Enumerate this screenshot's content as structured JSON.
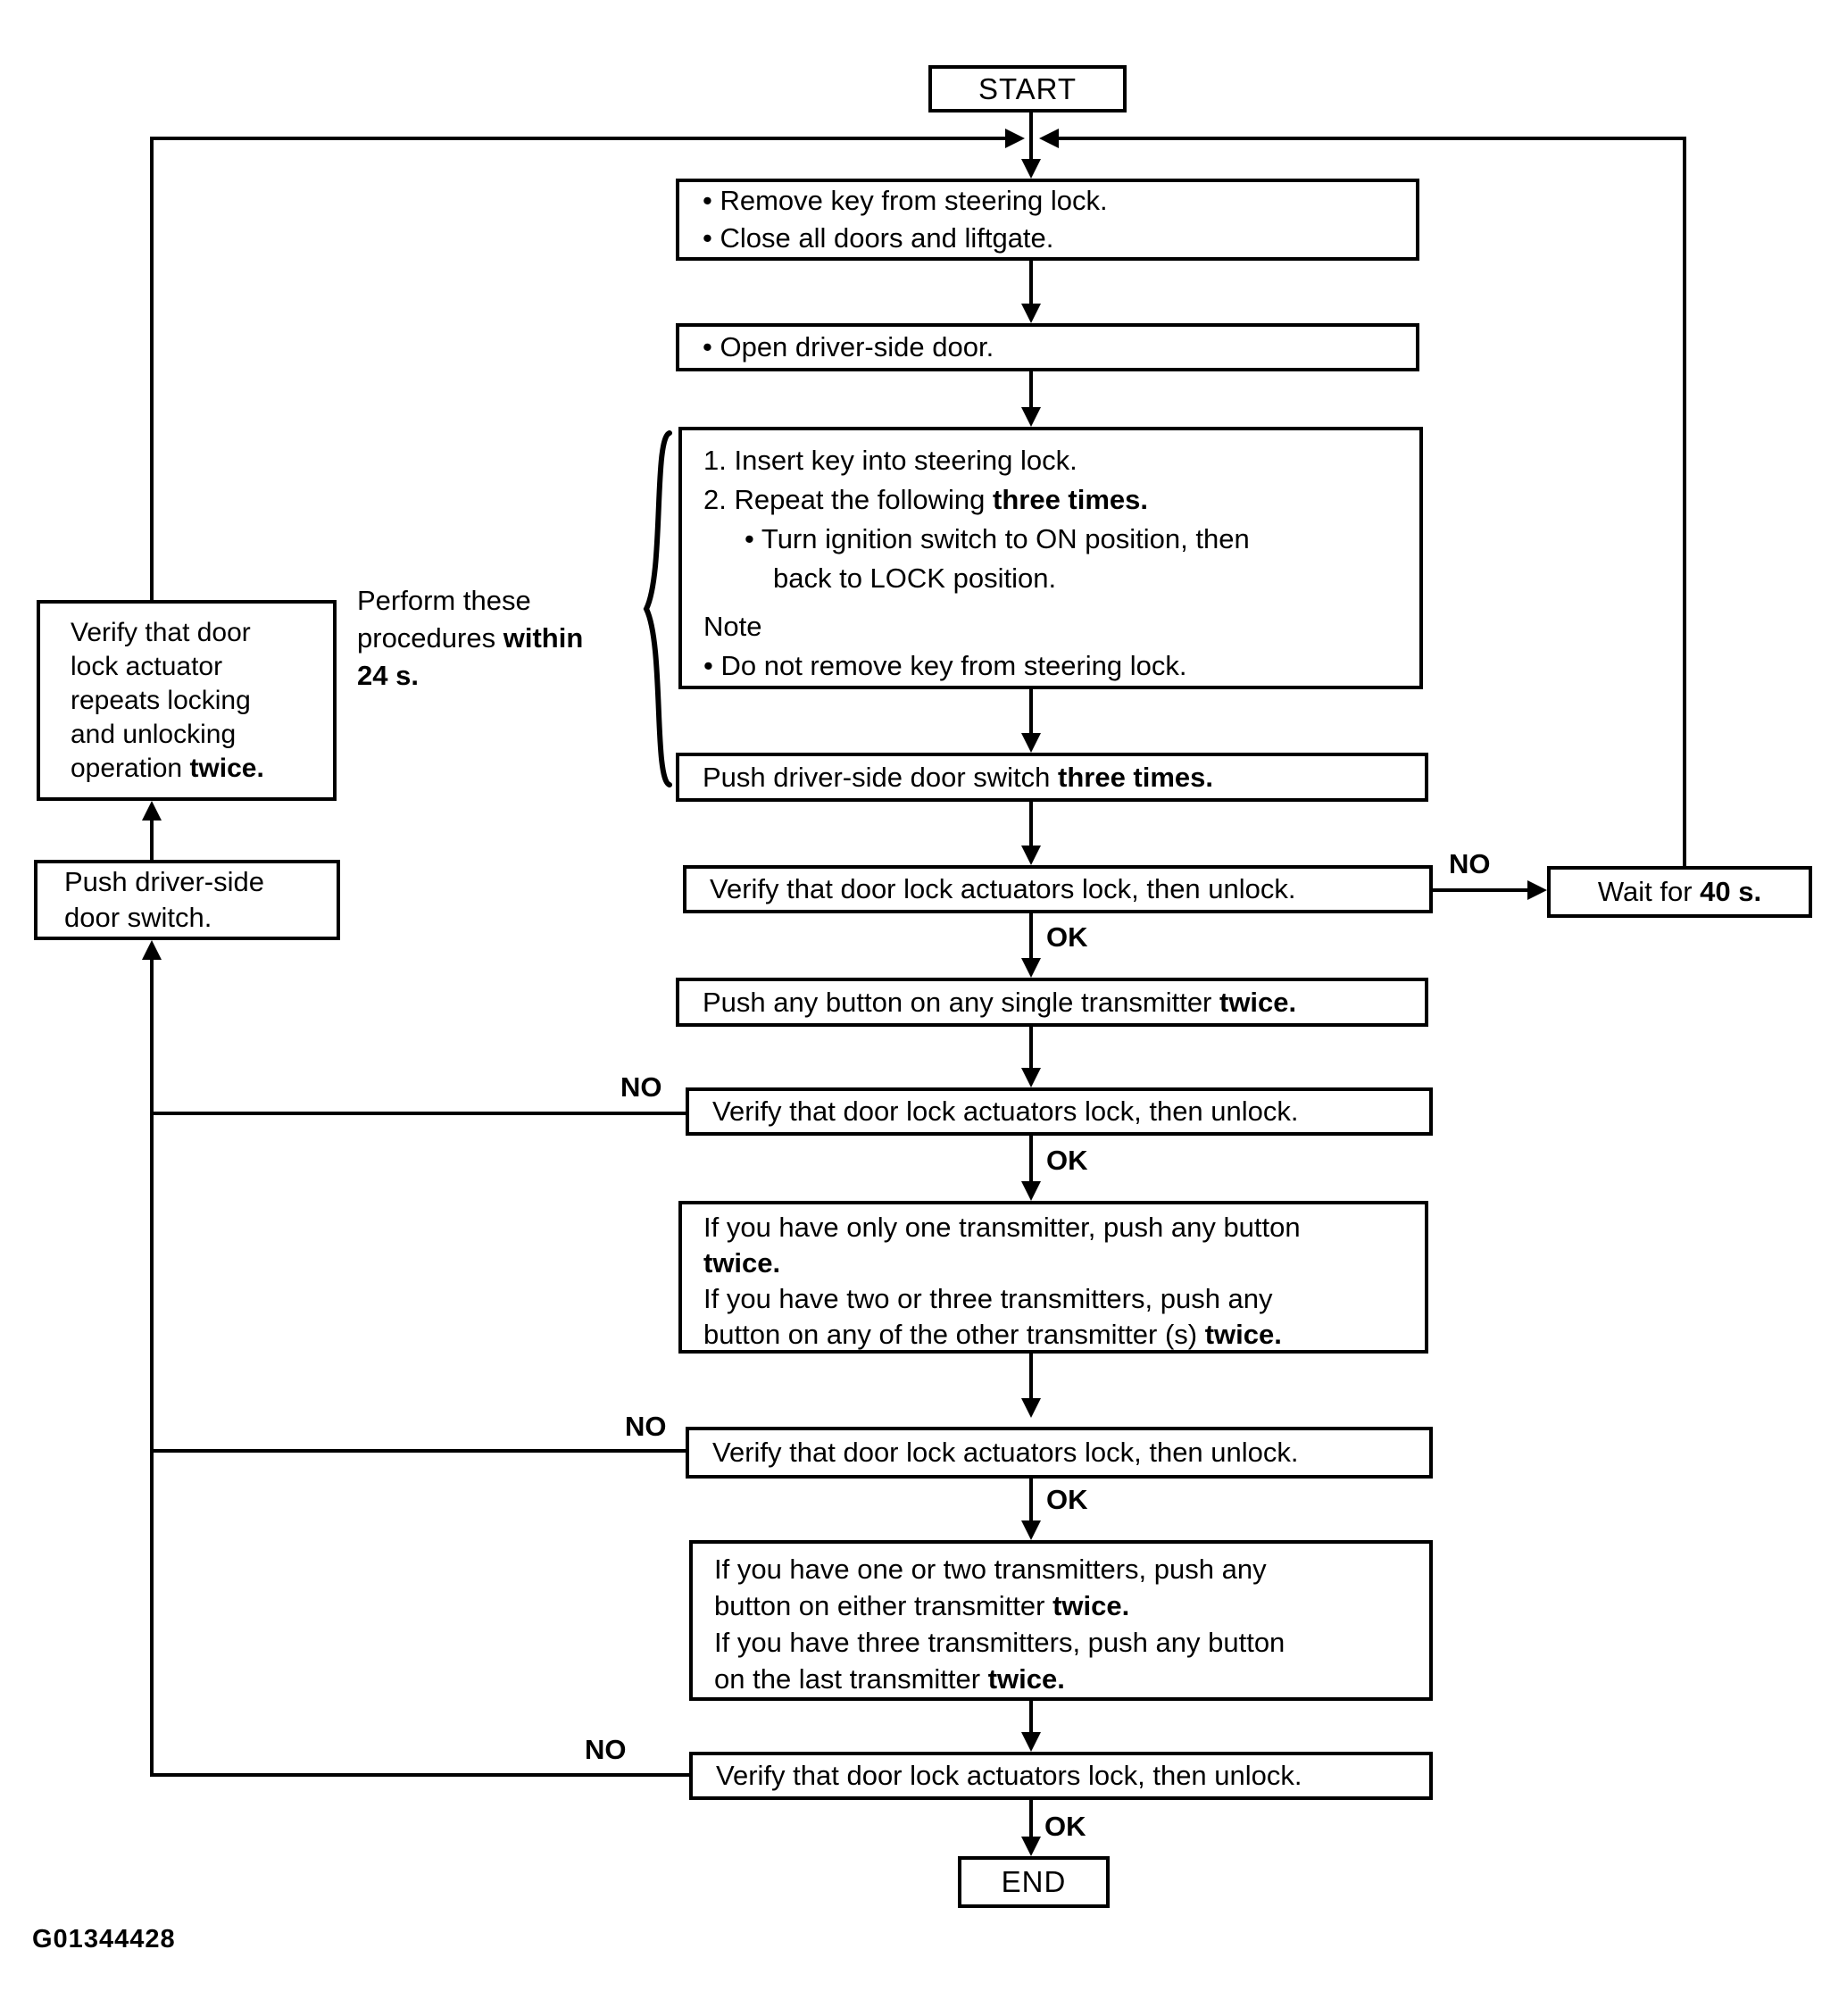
{
  "figure_id": "G01344428",
  "labels": {
    "start": "START",
    "end": "END",
    "ok": "OK",
    "no": "NO"
  },
  "side_note": {
    "lines": [
      {
        "seg": [
          {
            "t": "Perform these"
          }
        ]
      },
      {
        "seg": [
          {
            "t": "procedures "
          },
          {
            "t": "within",
            "b": true
          }
        ]
      },
      {
        "seg": [
          {
            "t": "24 s.",
            "b": true
          }
        ]
      }
    ]
  },
  "boxes": {
    "remove_key": {
      "lines": [
        {
          "seg": [
            {
              "t": "• Remove key from steering lock."
            }
          ]
        },
        {
          "seg": [
            {
              "t": "• Close all doors and liftgate."
            }
          ]
        }
      ]
    },
    "open_door": {
      "lines": [
        {
          "seg": [
            {
              "t": "• Open driver-side door."
            }
          ]
        }
      ]
    },
    "ignition_sequence": {
      "lines": [
        {
          "seg": [
            {
              "t": "1. Insert key into steering lock."
            }
          ]
        },
        {
          "seg": [
            {
              "t": "2. Repeat the following "
            },
            {
              "t": "three times.",
              "b": true
            }
          ]
        },
        {
          "ind": 1,
          "seg": [
            {
              "t": "• Turn ignition switch to ON position, then"
            }
          ]
        },
        {
          "ind": 2,
          "seg": [
            {
              "t": "back to LOCK position."
            }
          ]
        },
        {
          "gap": true,
          "seg": [
            {
              "t": "Note"
            }
          ]
        },
        {
          "seg": [
            {
              "t": "• Do not remove key from steering lock."
            }
          ]
        }
      ]
    },
    "push_door_switch_three": {
      "lines": [
        {
          "seg": [
            {
              "t": "Push driver-side door switch "
            },
            {
              "t": "three times.",
              "b": true
            }
          ]
        }
      ]
    },
    "verify_lock_unlock": {
      "lines": [
        {
          "seg": [
            {
              "t": "Verify that door lock actuators lock, then unlock."
            }
          ]
        }
      ]
    },
    "wait_40s": {
      "lines": [
        {
          "seg": [
            {
              "t": "Wait for "
            },
            {
              "t": "40 s.",
              "b": true
            }
          ]
        }
      ]
    },
    "push_any_button_twice": {
      "lines": [
        {
          "seg": [
            {
              "t": "Push any button on any single transmitter "
            },
            {
              "t": "twice.",
              "b": true
            }
          ]
        }
      ]
    },
    "one_transmitter": {
      "lines": [
        {
          "seg": [
            {
              "t": "If you have only one transmitter, push any button"
            }
          ]
        },
        {
          "seg": [
            {
              "t": "twice.",
              "b": true
            }
          ]
        },
        {
          "seg": [
            {
              "t": "If you have two or three transmitters, push any"
            }
          ]
        },
        {
          "seg": [
            {
              "t": "button on any of the other transmitter (s) "
            },
            {
              "t": "twice.",
              "b": true
            }
          ]
        }
      ]
    },
    "one_or_two_transmitters": {
      "lines": [
        {
          "seg": [
            {
              "t": "If you have one or two transmitters, push any"
            }
          ]
        },
        {
          "seg": [
            {
              "t": "button on either transmitter "
            },
            {
              "t": "twice.",
              "b": true
            }
          ]
        },
        {
          "seg": [
            {
              "t": "If you have three transmitters, push any button"
            }
          ]
        },
        {
          "seg": [
            {
              "t": "on the last transmitter "
            },
            {
              "t": "twice.",
              "b": true
            }
          ]
        }
      ]
    },
    "left_verify_actuator": {
      "lines": [
        {
          "seg": [
            {
              "t": "Verify that door"
            }
          ]
        },
        {
          "seg": [
            {
              "t": "lock actuator"
            }
          ]
        },
        {
          "seg": [
            {
              "t": "repeats locking"
            }
          ]
        },
        {
          "seg": [
            {
              "t": "and unlocking"
            }
          ]
        },
        {
          "seg": [
            {
              "t": "operation "
            },
            {
              "t": "twice.",
              "b": true
            }
          ]
        }
      ]
    },
    "left_push_door_switch": {
      "lines": [
        {
          "seg": [
            {
              "t": "Push driver-side"
            }
          ]
        },
        {
          "seg": [
            {
              "t": "door switch."
            }
          ]
        }
      ]
    }
  }
}
